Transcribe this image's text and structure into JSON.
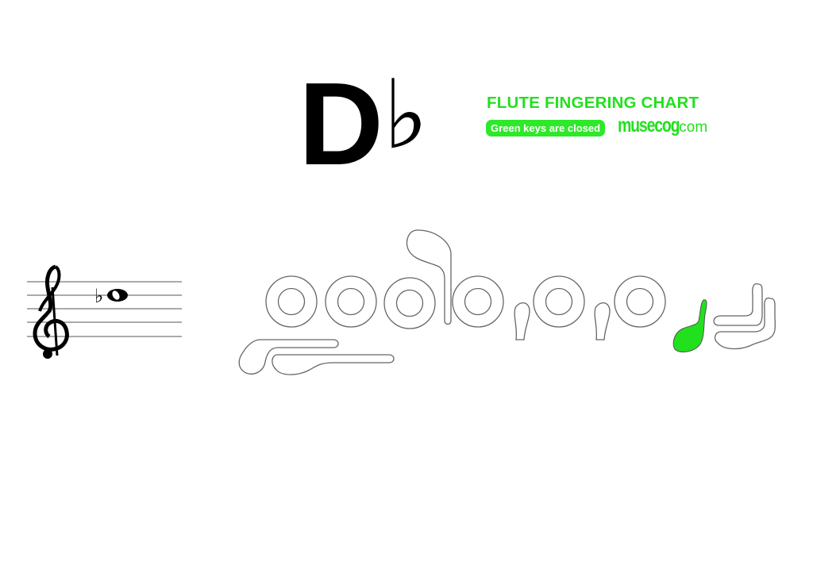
{
  "note": {
    "letter": "D",
    "accidental": "♭",
    "name": "D flat"
  },
  "header": {
    "title": "FLUTE FINGERING CHART",
    "legend": "Green keys are closed",
    "brand_name": "musecog",
    "brand_tld": ".com"
  },
  "staff": {
    "clef": "treble-clef",
    "accidental": "♭",
    "note_glyph": "whole-note",
    "note_position": "fourth space (E5 line region)"
  },
  "colors": {
    "closed_key": "#22e01e",
    "open_key_outline": "#666666",
    "text": "#000000",
    "accent_green": "#22e01e"
  },
  "fingering": {
    "thumb_keys": [
      {
        "name": "thumb-b-flat-key",
        "closed": false
      },
      {
        "name": "thumb-b-key",
        "closed": false
      }
    ],
    "left_hand": [
      {
        "name": "left-index-ring-key",
        "closed": false
      },
      {
        "name": "left-middle-ring-key",
        "closed": false
      },
      {
        "name": "left-ring-ring-key",
        "closed": false
      },
      {
        "name": "trill-lever-key",
        "closed": false
      }
    ],
    "right_hand": [
      {
        "name": "right-index-ring-key",
        "closed": false
      },
      {
        "name": "trill-key-1",
        "closed": false
      },
      {
        "name": "right-middle-ring-key",
        "closed": false
      },
      {
        "name": "trill-key-2",
        "closed": false
      },
      {
        "name": "right-ring-ring-key",
        "closed": false
      }
    ],
    "pinky_keys": [
      {
        "name": "d-sharp-key",
        "closed": true
      },
      {
        "name": "c-sharp-footjoint-key",
        "closed": false
      },
      {
        "name": "c-footjoint-key",
        "closed": false
      }
    ]
  }
}
